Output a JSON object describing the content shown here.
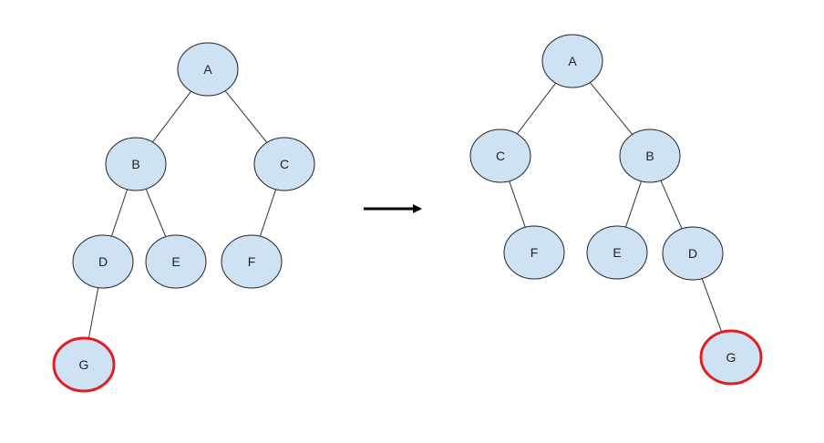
{
  "colors": {
    "node_fill": "#cfe2f3",
    "node_stroke": "#222222",
    "highlight_stroke": "#e02020",
    "edge": "#333333",
    "arrow": "#000000"
  },
  "trees": [
    {
      "id": "before",
      "nodes": [
        {
          "id": "A",
          "label": "A",
          "highlight": false
        },
        {
          "id": "B",
          "label": "B",
          "highlight": false
        },
        {
          "id": "C",
          "label": "C",
          "highlight": false
        },
        {
          "id": "D",
          "label": "D",
          "highlight": false
        },
        {
          "id": "E",
          "label": "E",
          "highlight": false
        },
        {
          "id": "F",
          "label": "F",
          "highlight": false
        },
        {
          "id": "G",
          "label": "G",
          "highlight": true
        }
      ],
      "edges": [
        [
          "A",
          "B"
        ],
        [
          "A",
          "C"
        ],
        [
          "B",
          "D"
        ],
        [
          "B",
          "E"
        ],
        [
          "C",
          "F"
        ],
        [
          "D",
          "G"
        ]
      ]
    },
    {
      "id": "after",
      "nodes": [
        {
          "id": "A",
          "label": "A",
          "highlight": false
        },
        {
          "id": "C",
          "label": "C",
          "highlight": false
        },
        {
          "id": "B",
          "label": "B",
          "highlight": false
        },
        {
          "id": "F",
          "label": "F",
          "highlight": false
        },
        {
          "id": "E",
          "label": "E",
          "highlight": false
        },
        {
          "id": "D",
          "label": "D",
          "highlight": false
        },
        {
          "id": "G",
          "label": "G",
          "highlight": true
        }
      ],
      "edges": [
        [
          "A",
          "C"
        ],
        [
          "A",
          "B"
        ],
        [
          "C",
          "F"
        ],
        [
          "B",
          "E"
        ],
        [
          "B",
          "D"
        ],
        [
          "D",
          "G"
        ]
      ]
    }
  ]
}
